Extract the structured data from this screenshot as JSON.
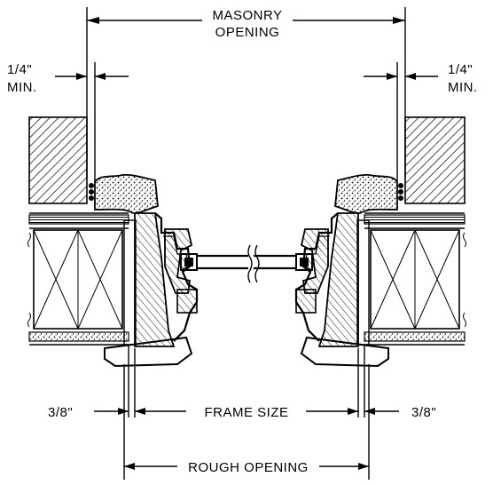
{
  "labels": {
    "masonry_line1": "MASONRY",
    "masonry_line2": "OPENING",
    "quarter_left_line1": "1/4\"",
    "quarter_left_line2": "MIN.",
    "quarter_right_line1": "1/4\"",
    "quarter_right_line2": "MIN.",
    "three_eighths_left": "3/8\"",
    "three_eighths_right": "3/8\"",
    "frame_size": "FRAME SIZE",
    "rough_opening": "ROUGH OPENING"
  },
  "colors": {
    "ink": "#000000",
    "paper": "#ffffff"
  }
}
